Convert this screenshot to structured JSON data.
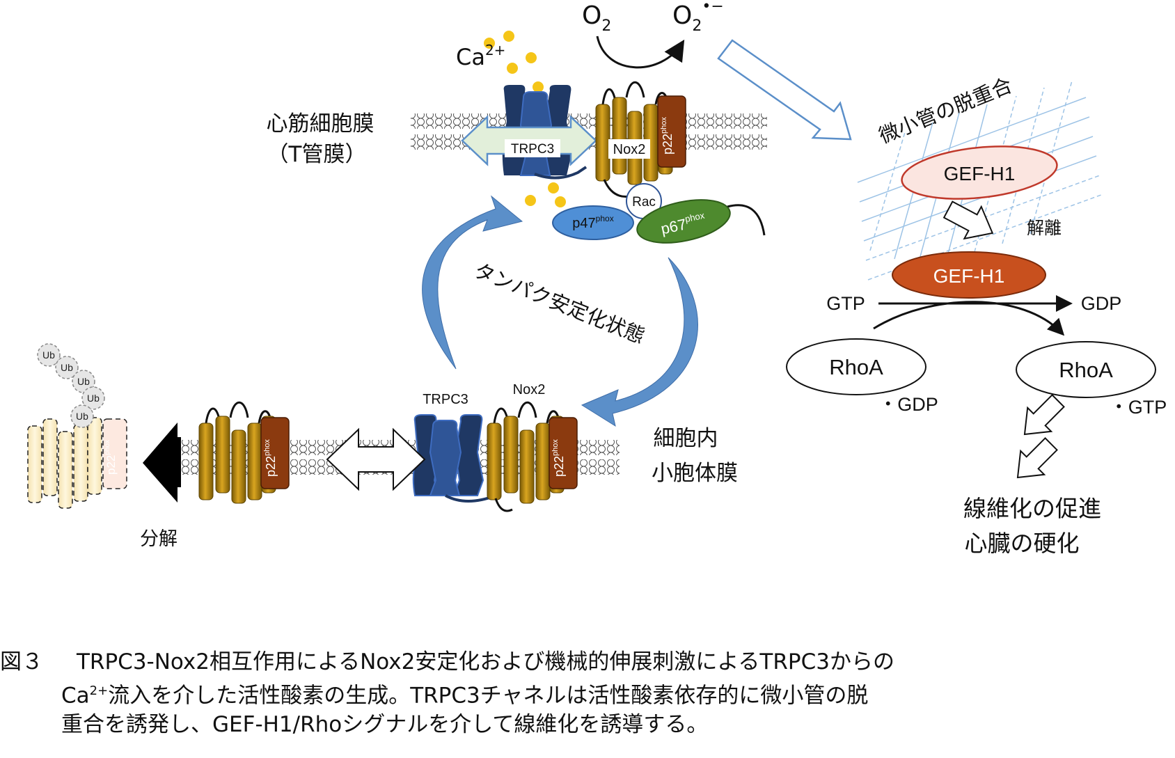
{
  "figure_label": "図３",
  "caption": {
    "line1": "TRPC3-Nox2相互作用によるNox2安定化および機械的伸展刺激によるTRPC3からの",
    "line2_ca": "Ca",
    "line2_sup": "2+",
    "line2_rest": "流入を介した活性酸素の生成。TRPC3チャネルは活性酸素依存的に微小管の脱",
    "line3": "重合を誘発し、GEF-H1/Rhoシグナルを介して線維化を誘導する。"
  },
  "labels": {
    "o2": "O",
    "o2_sub": "2",
    "o2rad": "O",
    "o2rad_sub": "2",
    "o2rad_sup": "•−",
    "ca": "Ca",
    "ca_sup": "2+",
    "membrane_top_1": "心筋細胞膜",
    "membrane_top_2": "（T管膜）",
    "trpc3_top": "TRPC3",
    "nox2_top": "Nox2",
    "p22": "p22",
    "p22_sup": "phox",
    "rac": "Rac",
    "p47": "p47",
    "p47_sup": "phox",
    "p67": "p67",
    "p67_sup": "phox",
    "stable_state": "タンパク安定化状態",
    "trpc3_bottom": "TRPC3",
    "nox2_bottom": "Nox2",
    "membrane_bottom_1": "細胞内",
    "membrane_bottom_2": "小胞体膜",
    "degradation": "分解",
    "ub": "Ub",
    "microtubule": "微小管の脱重合",
    "gef_h1": "GEF-H1",
    "dissociation": "解離",
    "gtp": "GTP",
    "gdp": "GDP",
    "rhoa": "RhoA",
    "rhoa_gdp": "・GDP",
    "rhoa_gtp": "・GTP",
    "outcome_1": "線維化の促進",
    "outcome_2": "心臓の硬化"
  },
  "colors": {
    "nox_gold": "#b8860b",
    "nox_gold_light": "#d9a520",
    "p22_brown": "#8b3a0f",
    "trpc_blue": "#2f5597",
    "trpc_dark": "#1f3864",
    "ca_dot": "#f5c518",
    "cycle_blue": "#5b8fc9",
    "p47_blue": "#4f8fd6",
    "p67_green": "#4e8a2e",
    "gef_light": "#fbe5e0",
    "gef_red": "#c0392b",
    "gef_active": "#c8501e",
    "grid_blue": "#9dc3e6",
    "arrow_green": "#e2efda",
    "degraded": "#fff2cc"
  }
}
